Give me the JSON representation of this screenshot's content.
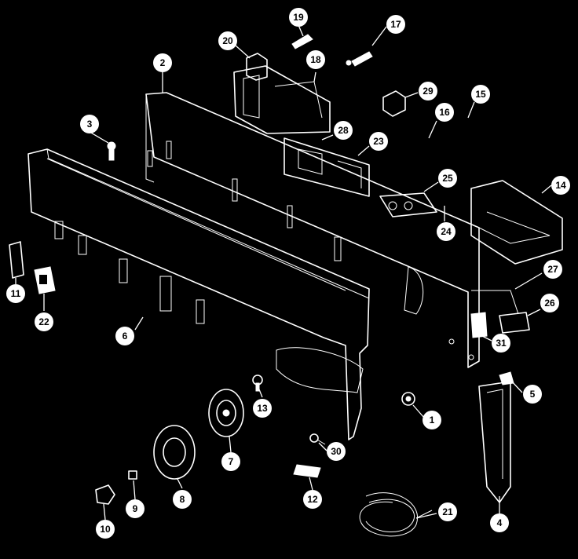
{
  "diagram": {
    "background": "#000000",
    "line_color": "#ffffff",
    "callouts": [
      {
        "id": "c1",
        "label": "1"
      },
      {
        "id": "c2",
        "label": "2"
      },
      {
        "id": "c3",
        "label": "3"
      },
      {
        "id": "c4",
        "label": "4"
      },
      {
        "id": "c5",
        "label": "5"
      },
      {
        "id": "c6",
        "label": "6"
      },
      {
        "id": "c7",
        "label": "7"
      },
      {
        "id": "c8",
        "label": "8"
      },
      {
        "id": "c9",
        "label": "9"
      },
      {
        "id": "c10",
        "label": "10"
      },
      {
        "id": "c11",
        "label": "11"
      },
      {
        "id": "c12",
        "label": "12"
      },
      {
        "id": "c13",
        "label": "13"
      },
      {
        "id": "c14",
        "label": "14"
      },
      {
        "id": "c15",
        "label": "15"
      },
      {
        "id": "c16",
        "label": "16"
      },
      {
        "id": "c17",
        "label": "17"
      },
      {
        "id": "c18",
        "label": "18"
      },
      {
        "id": "c19",
        "label": "19"
      },
      {
        "id": "c20",
        "label": "20"
      },
      {
        "id": "c21",
        "label": "21"
      },
      {
        "id": "c22",
        "label": "22"
      },
      {
        "id": "c23",
        "label": "23"
      },
      {
        "id": "c24",
        "label": "24"
      },
      {
        "id": "c25",
        "label": "25"
      },
      {
        "id": "c26",
        "label": "26"
      },
      {
        "id": "c27",
        "label": "27"
      },
      {
        "id": "c28",
        "label": "28"
      },
      {
        "id": "c29",
        "label": "29"
      },
      {
        "id": "c30",
        "label": "30"
      },
      {
        "id": "c31",
        "label": "31"
      }
    ]
  }
}
